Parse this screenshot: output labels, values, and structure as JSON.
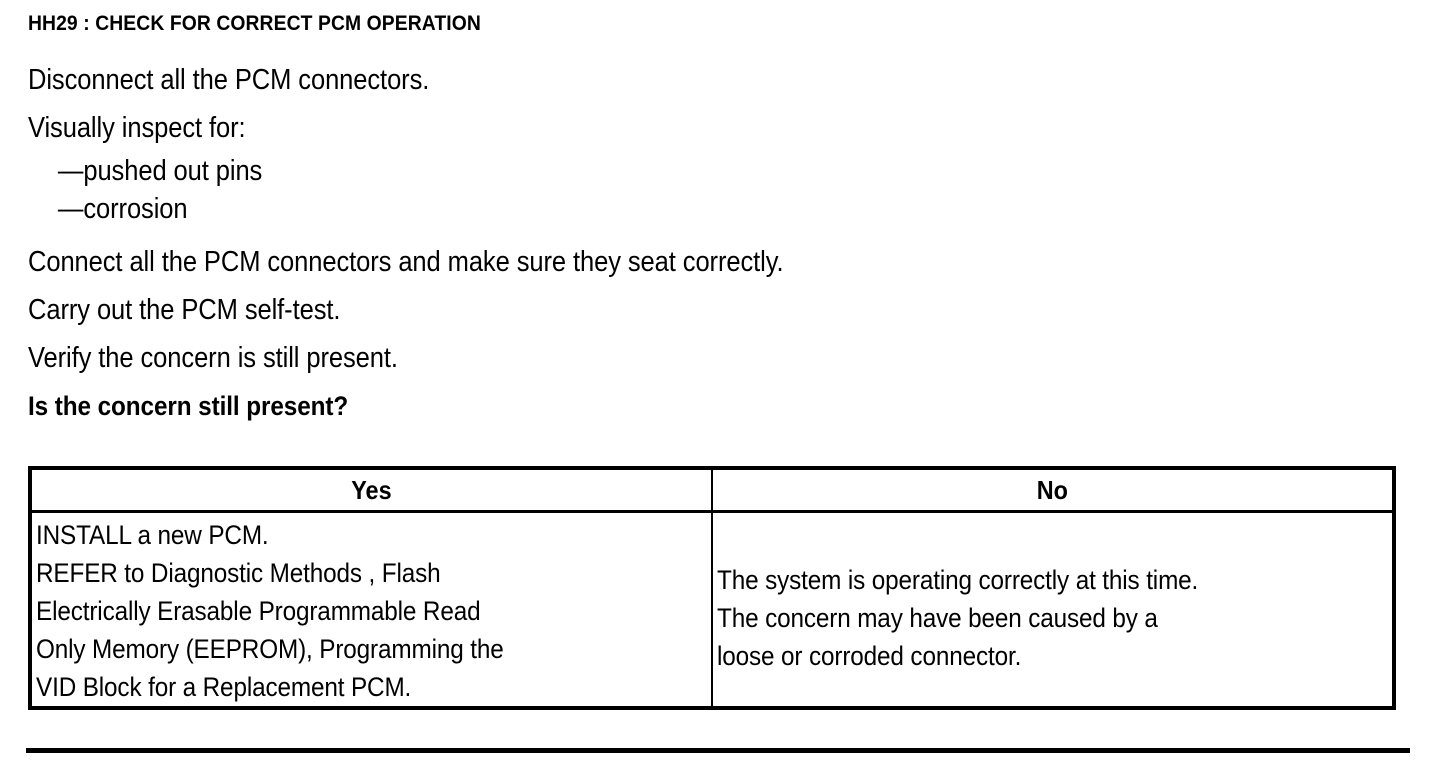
{
  "document": {
    "step_heading": "HH29 : CHECK FOR CORRECT PCM OPERATION",
    "instructions": [
      {
        "text": "Disconnect all the PCM connectors.",
        "style": "normal"
      },
      {
        "text": "Visually inspect for:",
        "style": "normal"
      },
      {
        "text": "—pushed out pins",
        "style": "sub"
      },
      {
        "text": "—corrosion",
        "style": "sub"
      },
      {
        "text": "Connect all the PCM connectors and make sure they seat correctly.",
        "style": "normal"
      },
      {
        "text": "Carry out the PCM self-test.",
        "style": "normal"
      },
      {
        "text": "Verify the concern is still present.",
        "style": "normal"
      },
      {
        "text": "Is the concern still present?",
        "style": "bold"
      }
    ],
    "decision_table": {
      "headers": [
        "Yes",
        "No"
      ],
      "cells": [
        {
          "column": "Yes",
          "lines": [
            "INSTALL a new PCM.",
            "REFER to Diagnostic Methods , Flash",
            "Electrically Erasable Programmable Read",
            "Only Memory  (EEPROM), Programming the",
            "VID Block for a Replacement PCM."
          ]
        },
        {
          "column": "No",
          "lines": [
            "The system is operating correctly at this time.",
            "The concern may have been caused by a",
            "loose or corroded connector."
          ]
        }
      ]
    },
    "colors": {
      "ink": "#000000",
      "paper": "#ffffff"
    }
  }
}
